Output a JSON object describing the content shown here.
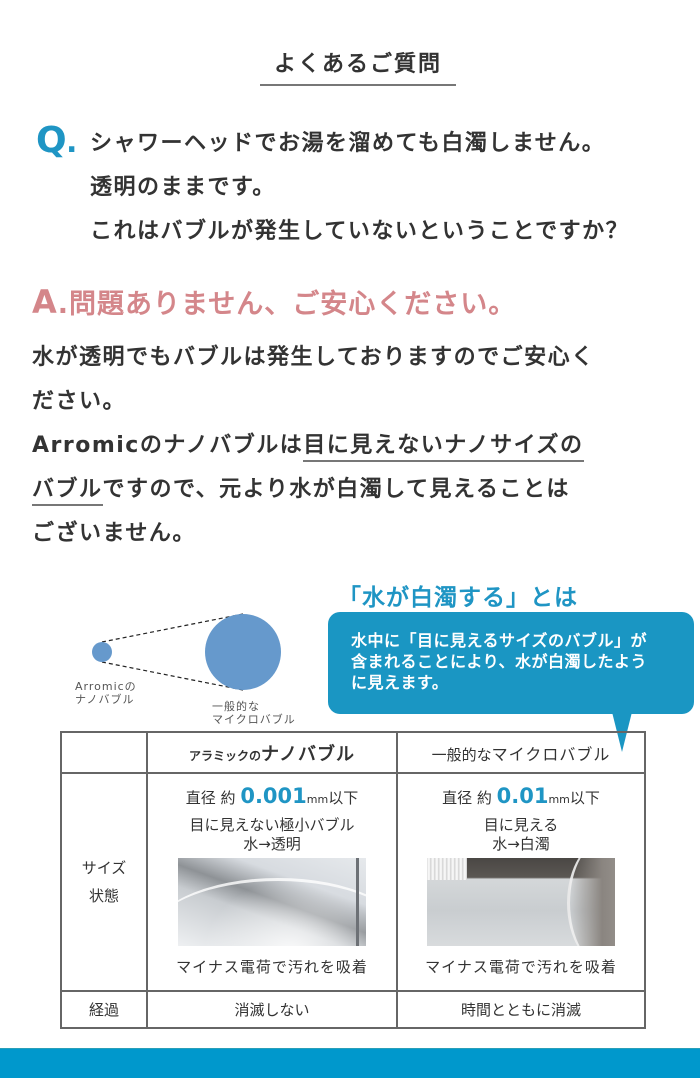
{
  "faq": {
    "title": "よくあるご質問"
  },
  "question": {
    "mark": "Q",
    "dot": ".",
    "lines": [
      "シャワーヘッドでお湯を溜めても白濁しません。",
      "透明のままです。",
      "これはバブルが発生していないということですか？"
    ]
  },
  "answer": {
    "mark": "A",
    "heading": ".問題ありません、ご安心ください。",
    "line1": "水が透明でもバブルは発生しておりますのでご安心く",
    "line2": "ださい。",
    "line3_pre": "Arromicのナノバブルは",
    "line3_ul": "目に見えないナノサイズの",
    "line4_ul": "バブル",
    "line4_post": "ですので、元より水が白濁して見えることは",
    "line5": "ございません。"
  },
  "diagram": {
    "nano_label": [
      "Arromicの",
      "ナノバブル"
    ],
    "micro_label": [
      "一般的な",
      "マイクロバブル"
    ],
    "bubble_color": "#6699cc"
  },
  "callout": {
    "title": "「水が白濁する」とは",
    "lines": [
      "水中に「目に見えるサイズのバブル」が",
      "含まれることにより、水が白濁したよう",
      "に見えます。"
    ],
    "color": "#1a96c3"
  },
  "table": {
    "header": {
      "nano_small": "アラミックの",
      "nano_big": "ナノバブル",
      "micro_small": "一般的な",
      "micro_big": "マイクロバブル"
    },
    "row_size": {
      "label_line1": "サイズ",
      "label_line2": "状態",
      "nano": {
        "size_prefix": "直径 約 ",
        "size_value": "0.001",
        "size_unit": "mm",
        "size_suffix": "以下",
        "state_line1": "目に見えない極小バブル",
        "state_line2": "水→透明",
        "feature": "マイナス電荷で汚れを吸着"
      },
      "micro": {
        "size_prefix": "直径 約 ",
        "size_value": "0.01",
        "size_unit": "mm",
        "size_suffix": "以下",
        "state_line1": "目に見える",
        "state_line2": "水→白濁",
        "feature": "マイナス電荷で汚れを吸着"
      }
    },
    "row_time": {
      "label": "経過",
      "nano": "消滅しない",
      "micro": "時間とともに消滅"
    }
  },
  "colors": {
    "accent_blue": "#1f95c4",
    "answer_pink": "#d4868a",
    "footer_bar": "#0098cc"
  }
}
